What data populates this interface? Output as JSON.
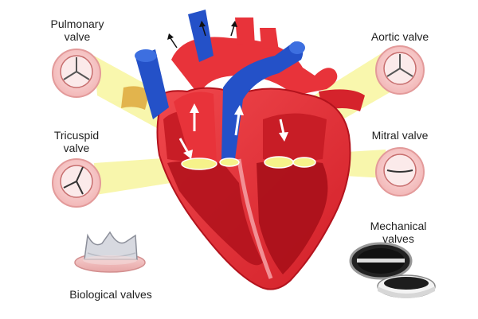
{
  "labels": {
    "pulmonary_line1": "Pulmonary",
    "pulmonary_line2": "valve",
    "aortic": "Aortic valve",
    "tricuspid_line1": "Tricuspid",
    "tricuspid_line2": "valve",
    "mitral": "Mitral valve",
    "mechanical_line1": "Mechanical",
    "mechanical_line2": "valves",
    "biological": "Biological valves"
  },
  "colors": {
    "heart_red": "#e8333a",
    "heart_dark": "#b3131d",
    "vessel_blue": "#2451c8",
    "valve_pink": "#f6c9c9",
    "highlight_yellow": "#f6f28a",
    "label_text": "#1f1f1f"
  }
}
